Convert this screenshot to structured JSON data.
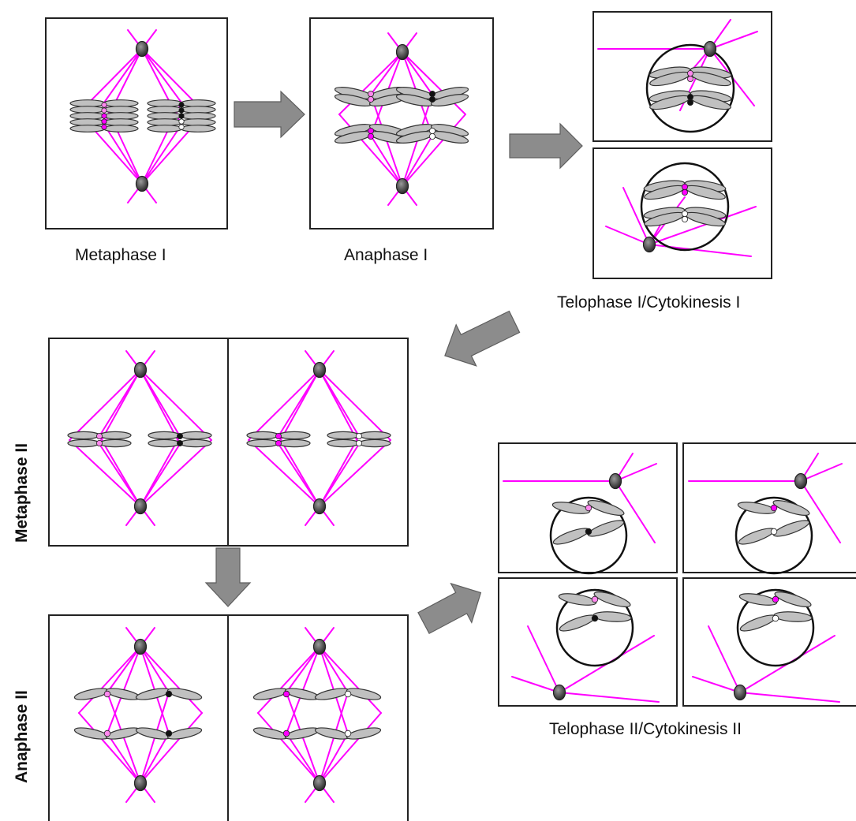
{
  "stages": {
    "metaphase_1": "Metaphase I",
    "anaphase_1": "Anaphase I",
    "telophase_1": "Telophase I/Cytokinesis I",
    "metaphase_2": "Metaphase II",
    "anaphase_2": "Anaphase II",
    "telophase_2": "Telophase II/Cytokinesis II"
  },
  "colors": {
    "spindle": "#ff00ff",
    "chromatid": "#c0c0c0",
    "centromere_light": "#ff88ee",
    "centromere_dark": "#111111",
    "arrow": "#8c8c8c",
    "border": "#222222"
  }
}
